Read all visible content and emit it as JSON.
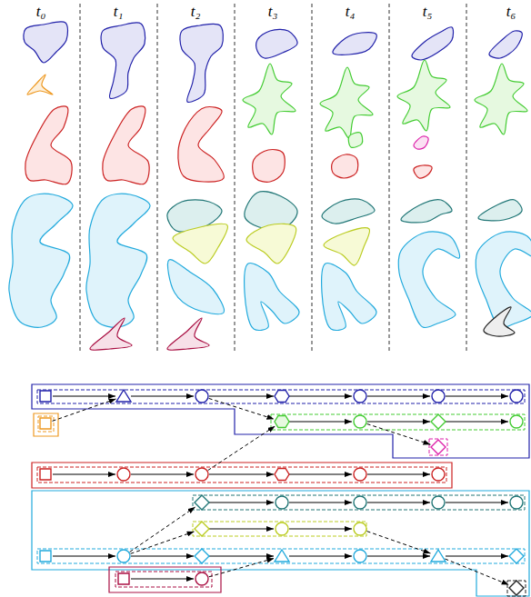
{
  "diagram": {
    "labels": [
      "t₀",
      "t₁",
      "t₂",
      "t₃",
      "t₄",
      "t₅",
      "t₆"
    ]
  }
}
